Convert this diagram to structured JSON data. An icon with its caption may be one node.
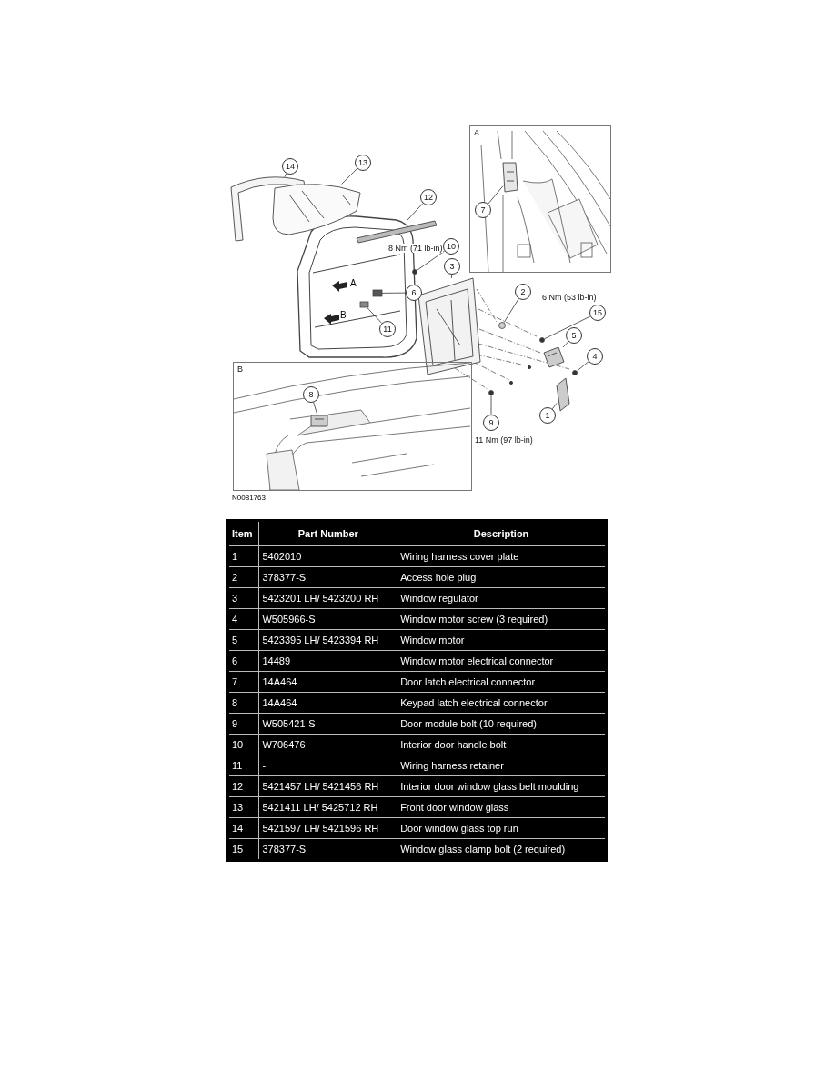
{
  "diagram": {
    "nodes": [
      {
        "text": [
          "A"
        ]
      },
      {
        "text": [
          "7"
        ],
        "in": 0
      },
      {
        "text": [
          "14"
        ]
      },
      {
        "text": [
          "13"
        ]
      },
      {
        "text": [
          "12"
        ]
      },
      {
        "text": [
          "10"
        ],
        "beside": [
          "8 Nm (71 lb-in)"
        ]
      },
      {
        "text": [
          "3"
        ]
      },
      {
        "text": [
          "6"
        ]
      },
      {
        "text": [
          "11"
        ]
      },
      {
        "text": [
          "2"
        ]
      },
      {
        "text": [
          "15"
        ],
        "beside": [
          "6 Nm (53 lb-in)"
        ]
      },
      {
        "text": [
          "5"
        ]
      },
      {
        "text": [
          "4"
        ]
      },
      {
        "text": [
          "B"
        ]
      },
      {
        "text": [
          "8"
        ],
        "in": 13
      },
      {
        "text": [
          "1"
        ]
      },
      {
        "text": [
          "9"
        ],
        "beside": [
          "11 Nm (97 lb-in)"
        ]
      },
      {
        "text": [],
        "shape": "picture",
        "in": 0
      },
      {
        "text": [],
        "shape": "picture"
      },
      {
        "text": [],
        "shape": "picture"
      },
      {
        "text": [],
        "shape": "bar"
      },
      {
        "text": [],
        "shape": "circle"
      },
      {
        "text": [],
        "shape": "picture"
      },
      {
        "text": [],
        "shape": "box"
      },
      {
        "text": [],
        "shape": "box"
      },
      {
        "text": [],
        "shape": "circle"
      },
      {
        "text": [],
        "shape": "circle"
      },
      {
        "text": [],
        "shape": "picture"
      },
      {
        "text": [],
        "shape": "circle"
      },
      {
        "text": [],
        "shape": "picture",
        "in": 13
      },
      {
        "text": [],
        "shape": "picture"
      },
      {
        "text": [],
        "shape": "circle"
      }
    ],
    "edges": [
      {
        "from": 1,
        "to": 17,
        "arrow": "none"
      },
      {
        "from": 2,
        "to": 18,
        "arrow": "none"
      },
      {
        "from": 3,
        "to": 19,
        "arrow": "none"
      },
      {
        "from": 4,
        "to": 20,
        "arrow": "none"
      },
      {
        "from": 5,
        "to": 21,
        "arrow": "none"
      },
      {
        "from": 6,
        "to": 22,
        "arrow": "none"
      },
      {
        "from": 7,
        "to": 23,
        "arrow": "none"
      },
      {
        "from": 8,
        "to": 24,
        "arrow": "none"
      },
      {
        "from": 9,
        "to": 25,
        "arrow": "none"
      },
      {
        "from": 10,
        "to": 26,
        "arrow": "none"
      },
      {
        "from": 11,
        "to": 27,
        "arrow": "none"
      },
      {
        "from": 12,
        "to": 28,
        "arrow": "none"
      },
      {
        "from": 14,
        "to": 29,
        "arrow": "none"
      },
      {
        "from": 15,
        "to": 30,
        "arrow": "none"
      },
      {
        "from": 16,
        "to": 31,
        "arrow": "none"
      }
    ],
    "labels": [
      "A",
      "B",
      "N0081763",
      "Item",
      "Part Number",
      "Description",
      "1",
      "5402010",
      "Wiring harness cover plate",
      "2",
      "378377-S",
      "Access hole plug",
      "3",
      "5423201 LH/ 5423200 RH",
      "Window regulator",
      "4",
      "W505966-S",
      "Window motor screw (3 required)",
      "5",
      "5423395 LH/ 5423394 RH",
      "Window motor",
      "6",
      "14489",
      "Window motor electrical connector",
      "7",
      "14A464",
      "Door latch electrical connector",
      "8",
      "14A464",
      "Keypad latch electrical connector",
      "9",
      "W505421-S",
      "Door module bolt (10 required)",
      "10",
      "W706476",
      "Interior door handle bolt",
      "11",
      "-",
      "Wiring harness retainer",
      "12",
      "5421457 LH/ 5421456 RH",
      "Interior door window glass belt moulding",
      "13",
      "5421411 LH/ 5425712 RH",
      "Front door window glass",
      "14",
      "5421597 LH/ 5421596 RH",
      "Door window glass top run",
      "15",
      "378377-S",
      "Window glass clamp bolt (2 required)"
    ]
  }
}
